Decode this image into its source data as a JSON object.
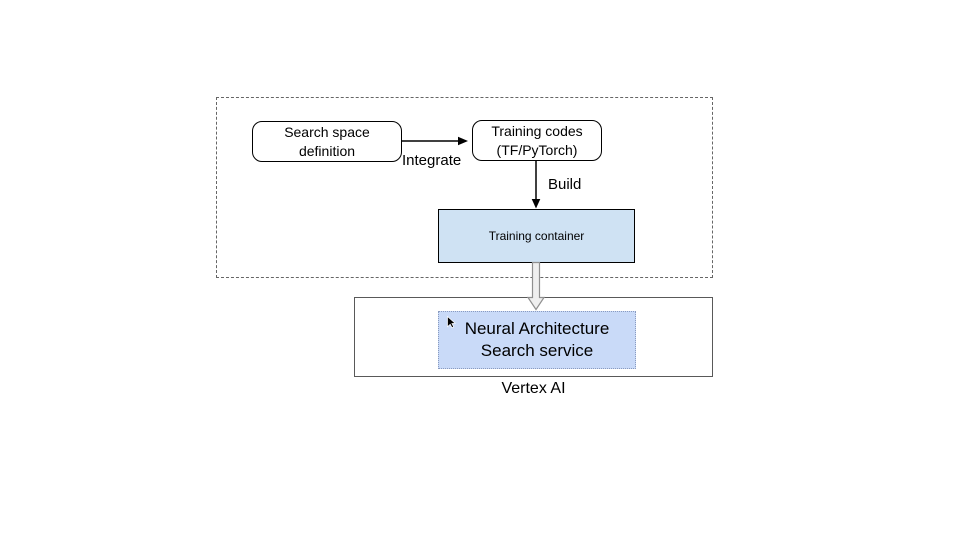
{
  "nodes": {
    "search_space": {
      "line1": "Search space",
      "line2": "definition"
    },
    "training_codes": {
      "line1": "Training codes",
      "line2": "(TF/PyTorch)"
    },
    "training_container": {
      "label": "Training container",
      "fill": "#cfe2f3"
    },
    "nas_service": {
      "line1": "Neural Architecture",
      "line2": "Search service",
      "fill": "#c9daf8"
    }
  },
  "labels": {
    "integrate": "Integrate",
    "build": "Build",
    "platform": "Vertex AI"
  },
  "colors": {
    "background": "#ffffff",
    "group_dashed_border": "#666666",
    "platform_box_border": "#595959",
    "node_border": "#000000",
    "arrow_stroke": "#000000",
    "hollow_arrow_fill": "#efefef",
    "hollow_arrow_stroke": "#8f8f8f",
    "nas_dotted_border": "#8a9bbf",
    "text": "#000000"
  }
}
